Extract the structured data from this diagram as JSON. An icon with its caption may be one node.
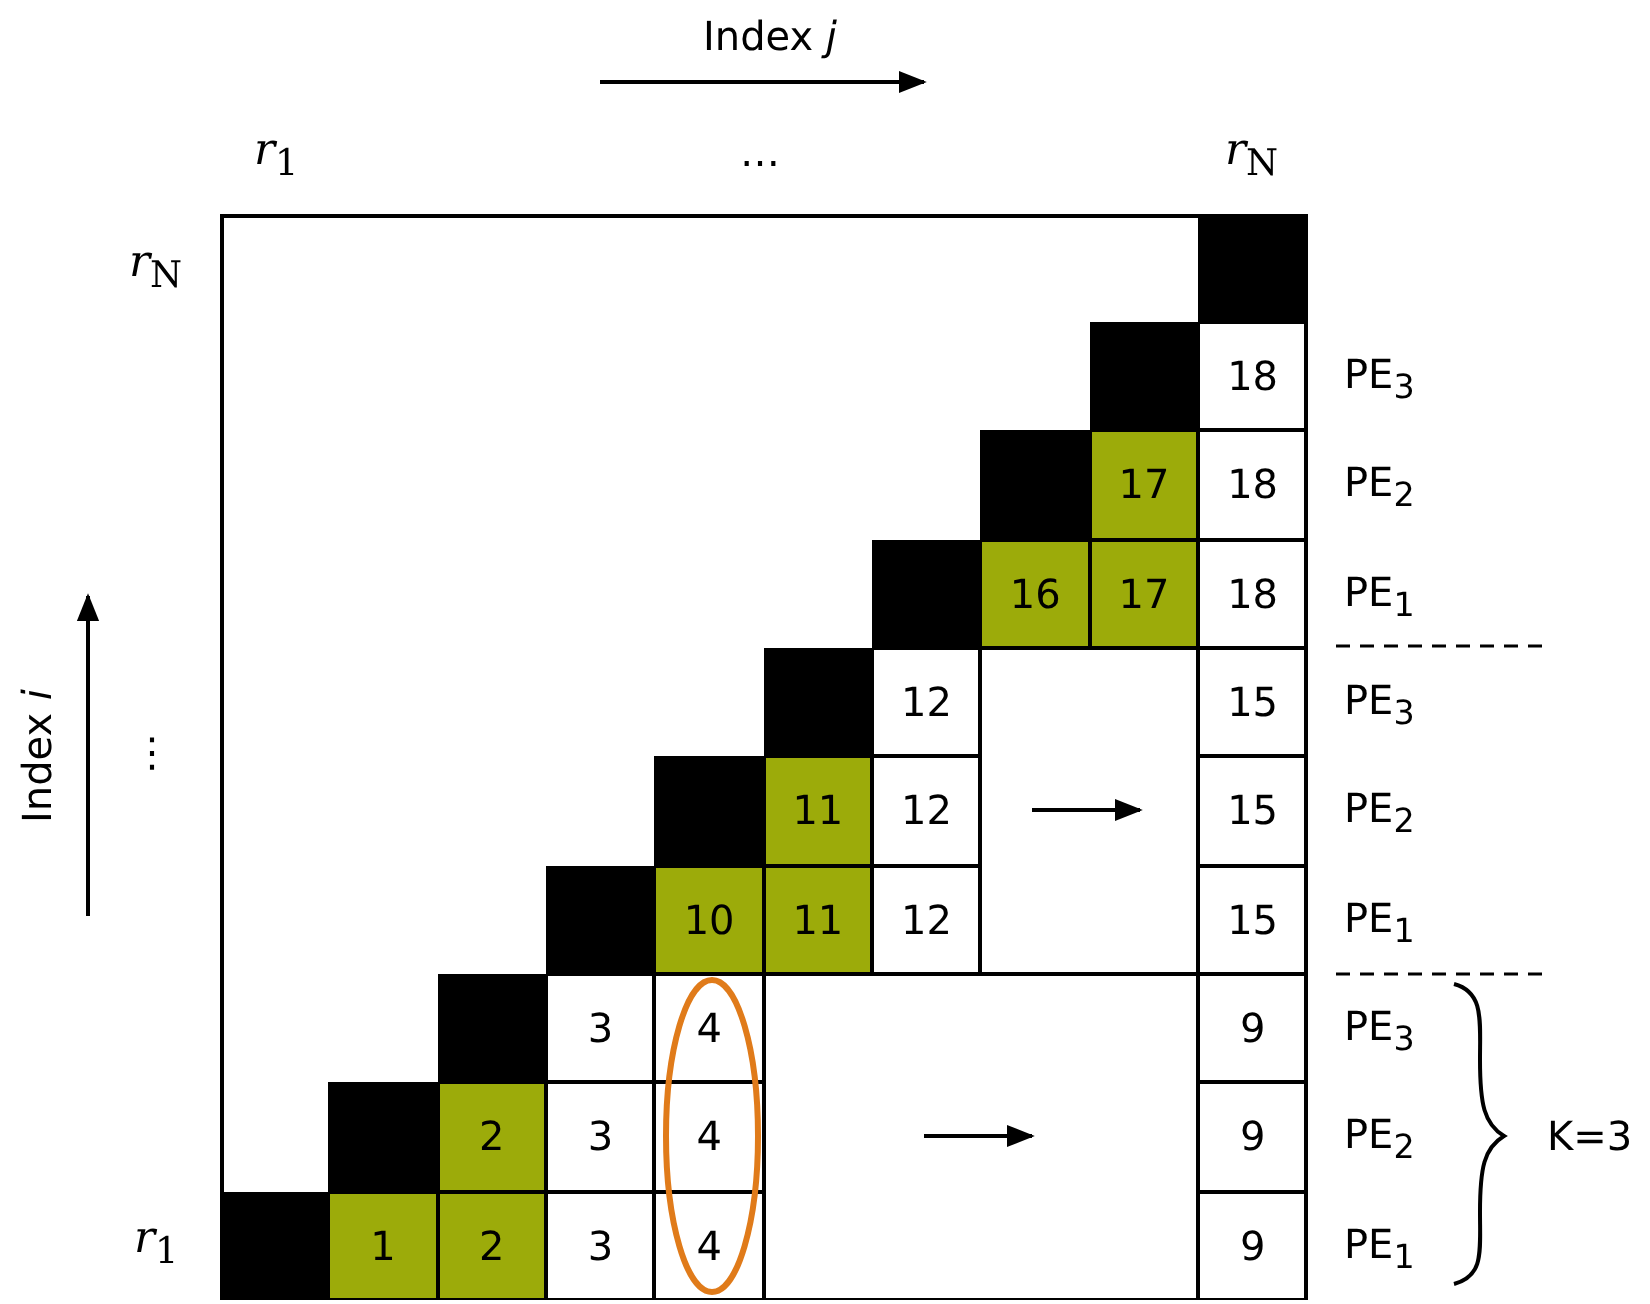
{
  "diagram": {
    "labels": [
      "Index *j*",
      "*r*$_{1}$",
      "…",
      "*r*$_{N}$",
      "*r*$_{N}$",
      "18",
      "PE$_{3}$",
      "17",
      "18",
      "PE$_{2}$",
      "16",
      "17",
      "18",
      "PE$_{1}$",
      "Index *i*",
      "⋮",
      "12",
      "15",
      "PE$_{3}$",
      "11",
      "12",
      "15",
      "PE$_{2}$",
      "10",
      "11",
      "12",
      "15",
      "PE$_{1}$",
      "3",
      "4",
      "9",
      "PE$_{3}$",
      "2",
      "3",
      "4",
      "9",
      "PE$_{2}$",
      "K=3",
      "*r*$_{1}$",
      "1",
      "2",
      "3",
      "4",
      "9",
      "PE$_{1}$"
    ]
  }
}
